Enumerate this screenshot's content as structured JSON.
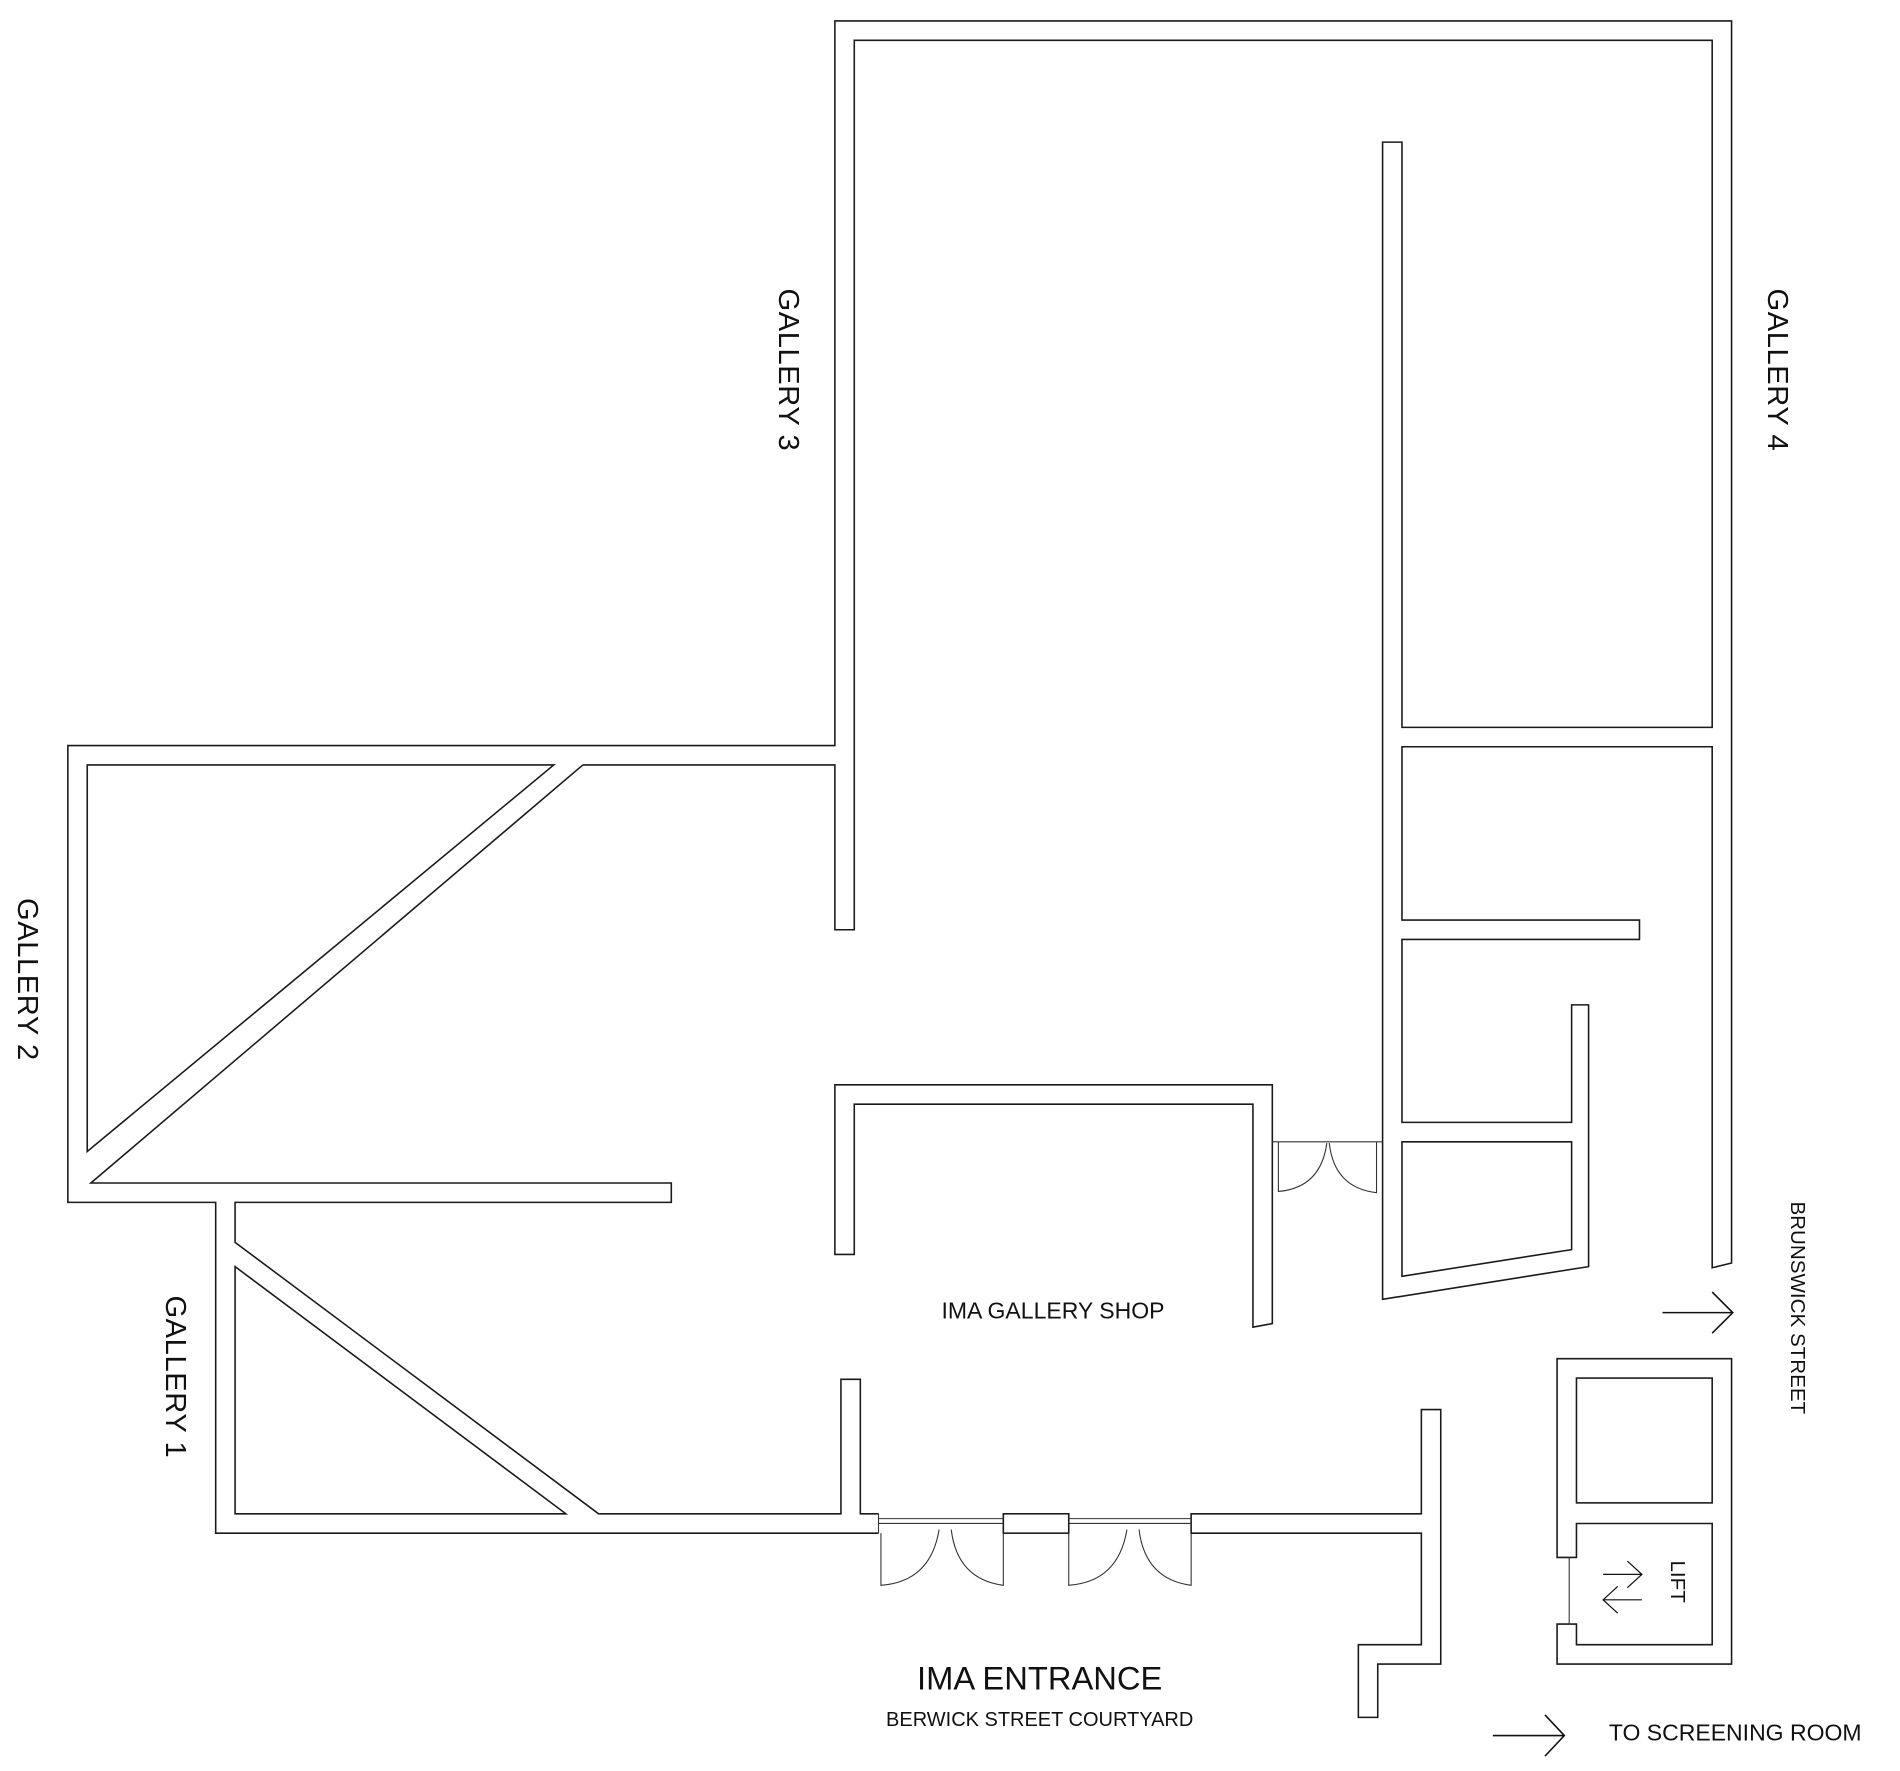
{
  "rooms": {
    "gallery_1": "GALLERY 1",
    "gallery_2": "GALLERY 2",
    "gallery_3": "GALLERY 3",
    "gallery_4": "GALLERY 4",
    "shop": "IMA GALLERY SHOP",
    "lift": "LIFT"
  },
  "entrance": {
    "title": "IMA ENTRANCE",
    "subtitle": "BERWICK STREET COURTYARD"
  },
  "directions": {
    "street": "BRUNSWICK STREET",
    "screening_room": "TO SCREENING ROOM"
  },
  "colors": {
    "line": "#1a1a1a",
    "background": "#ffffff"
  }
}
